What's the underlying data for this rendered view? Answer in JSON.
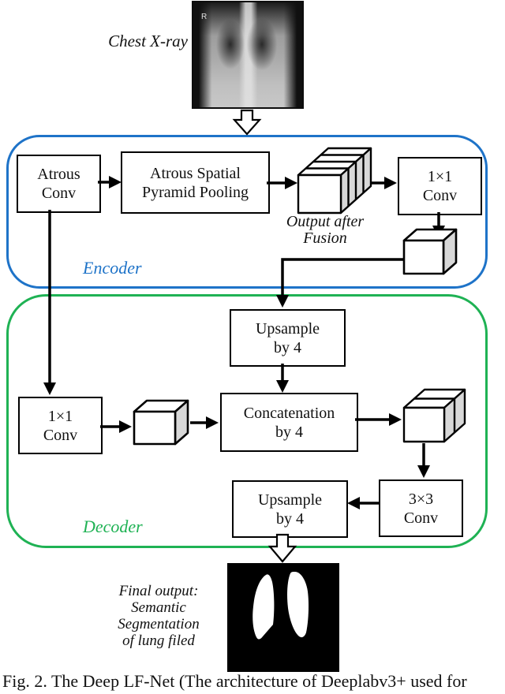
{
  "diagram": {
    "input": {
      "label": "Chest X-ray",
      "xray_marker": "R"
    },
    "encoder": {
      "label": "Encoder",
      "accent_color": "#1e73c8",
      "atrous_conv": {
        "line1": "Atrous",
        "line2": "Conv"
      },
      "aspp": {
        "line1": "Atrous Spatial",
        "line2": "Pyramid Pooling"
      },
      "fusion_caption": {
        "line1": "Output after",
        "line2": "Fusion"
      },
      "conv_1x1": {
        "line1": "1×1",
        "line2": "Conv"
      }
    },
    "decoder": {
      "label": "Decoder",
      "accent_color": "#1fb254",
      "upsample_top": {
        "line1": "Upsample",
        "line2": "by 4"
      },
      "conv_1x1": {
        "line1": "1×1",
        "line2": "Conv"
      },
      "concatenation": {
        "line1": "Concatenation",
        "line2": "by 4"
      },
      "conv_3x3": {
        "line1": "3×3",
        "line2": "Conv"
      },
      "upsample_bottom": {
        "line1": "Upsample",
        "line2": "by 4"
      }
    },
    "output": {
      "lines": [
        "Final output:",
        "Semantic",
        "Segmentation",
        "of lung filed"
      ]
    },
    "caption": "Fig. 2. The Deep LF-Net (The architecture of Deeplabv3+ used for"
  }
}
